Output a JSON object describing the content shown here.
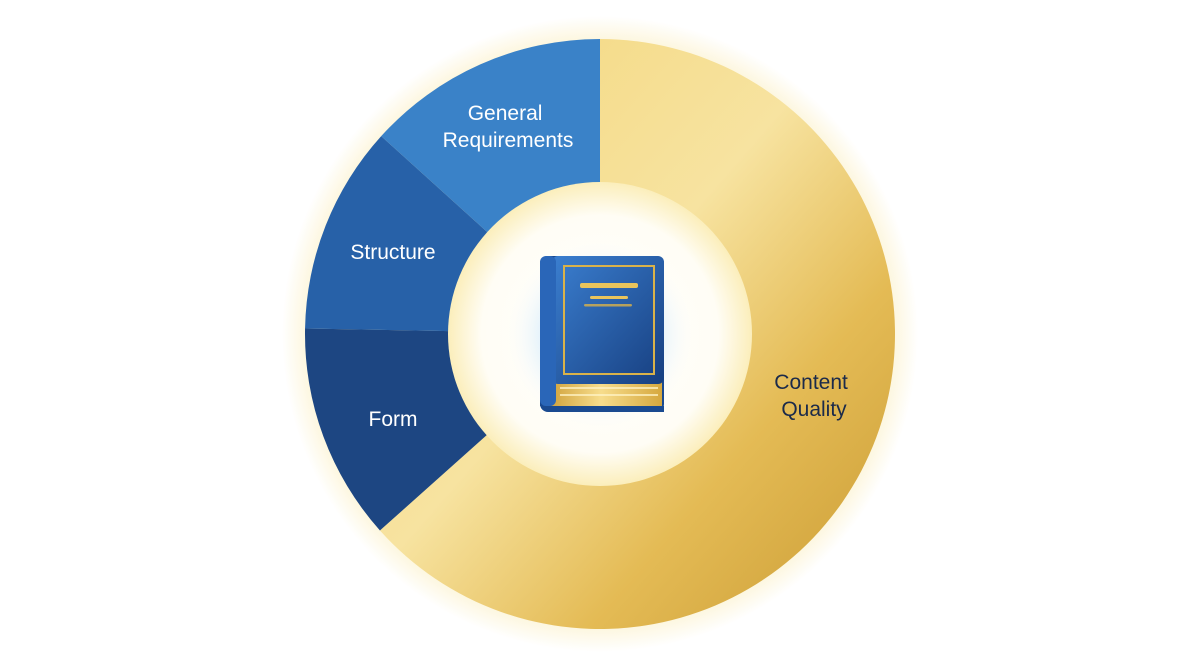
{
  "segments": [
    {
      "id": "content-quality",
      "label_lines": [
        "Content",
        "Quality"
      ],
      "share": 0.634,
      "color": "#e2b64a",
      "text_color": "#1b2a4a"
    },
    {
      "id": "form",
      "label_lines": [
        "Form"
      ],
      "share": 0.119,
      "color": "#1d4682",
      "text_color": "#ffffff"
    },
    {
      "id": "structure",
      "label_lines": [
        "Structure"
      ],
      "share": 0.114,
      "color": "#2761a8",
      "text_color": "#ffffff"
    },
    {
      "id": "general-requirements",
      "label_lines": [
        "General",
        "Requirements"
      ],
      "share": 0.133,
      "color": "#3a82c8",
      "text_color": "#ffffff"
    }
  ],
  "center_icon": "book-icon",
  "colors": {
    "gold": "#e2b64a",
    "gold_glow": "#f7e08a",
    "blue_dark": "#1d4682",
    "blue_mid": "#2761a8",
    "blue_light": "#3a82c8",
    "book_blue": "#1f58a8",
    "book_gold": "#d9b24a"
  }
}
